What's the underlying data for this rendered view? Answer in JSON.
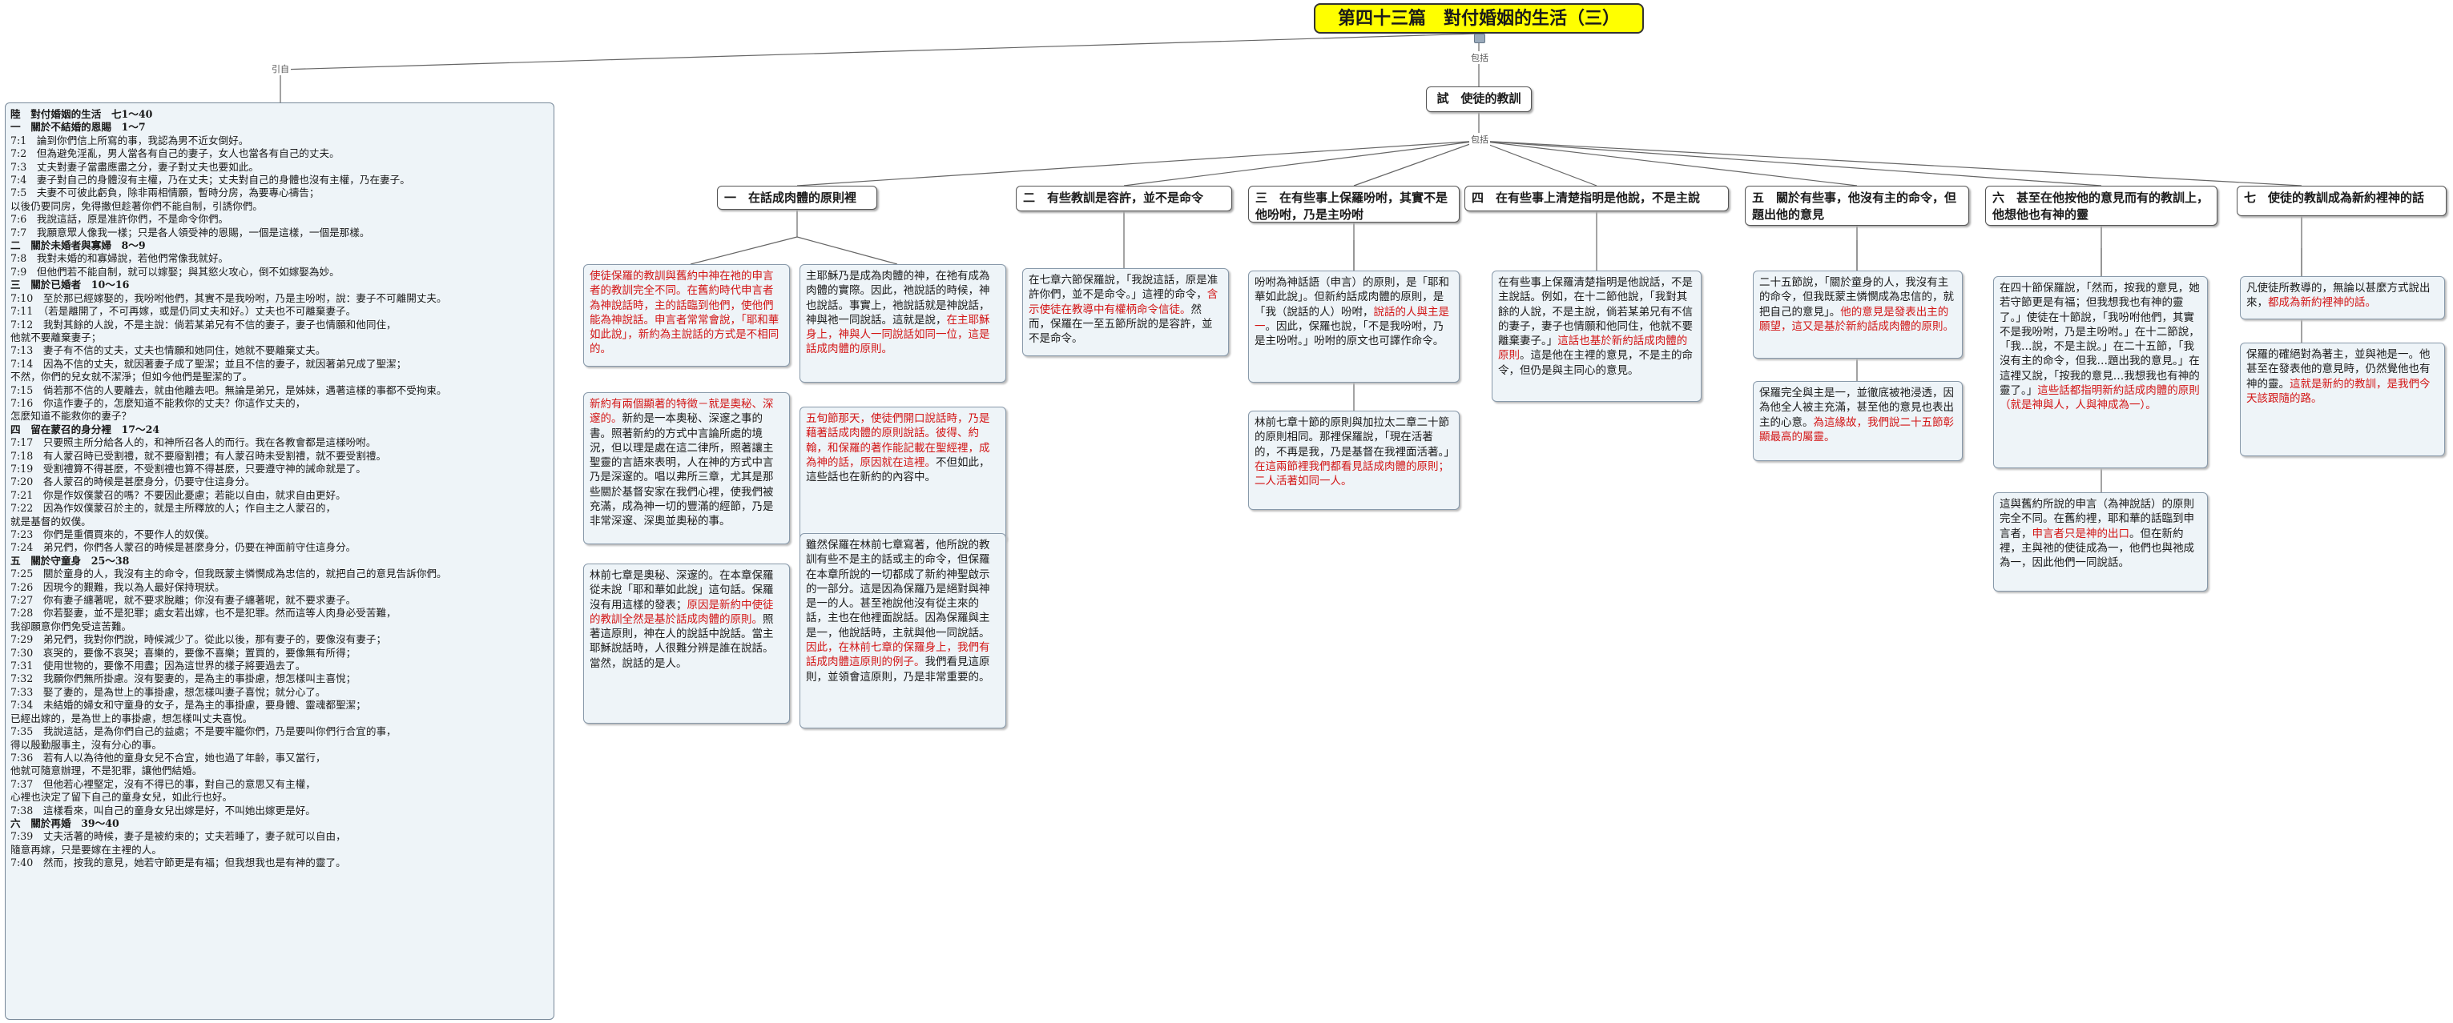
{
  "title": "第四十三篇　對付婚姻的生活（三）",
  "edges": {
    "yinci": "引自",
    "baohan": "包括",
    "baohan2": "包括",
    "bei": "包括"
  },
  "outline": [
    {
      "t": "陸　對付婚姻的生活　七1～40",
      "h": true
    },
    {
      "t": "一　關於不結婚的恩賜　1～7",
      "h": true
    },
    {
      "t": "7:1　論到你們信上所寫的事，我認為男不近女倒好。"
    },
    {
      "t": "7:2　但為避免淫亂，男人當各有自己的妻子，女人也當各有自己的丈夫。"
    },
    {
      "t": "7:3　丈夫對妻子當盡應盡之分，妻子對丈夫也要如此。"
    },
    {
      "t": "7:4　妻子對自己的身體沒有主權，乃在丈夫；丈夫對自己的身體也沒有主權，乃在妻子。"
    },
    {
      "t": "7:5　夫妻不可彼此虧負，除非兩相情願，暫時分房，為要專心禱告；"
    },
    {
      "t": "以後仍要同房，免得撒但趁著你們不能自制，引誘你們。"
    },
    {
      "t": "7:6　我說這話，原是准許你們，不是命令你們。"
    },
    {
      "t": "7:7　我願意眾人像我一樣；只是各人領受神的恩賜，一個是這樣，一個是那樣。"
    },
    {
      "t": "二　關於未婚者與寡婦　8～9",
      "h": true
    },
    {
      "t": "7:8　我對未婚的和寡婦說，若他們常像我就好。"
    },
    {
      "t": "7:9　但他們若不能自制，就可以嫁娶；與其慾火攻心，倒不如嫁娶為妙。"
    },
    {
      "t": "三　關於已婚者　10～16",
      "h": true
    },
    {
      "t": "7:10　至於那已經嫁娶的，我吩咐他們，其實不是我吩咐，乃是主吩咐，說：妻子不可離開丈夫。"
    },
    {
      "t": "7:11　（若是離開了，不可再嫁，或是仍同丈夫和好。）丈夫也不可離棄妻子。"
    },
    {
      "t": "7:12　我對其餘的人說，不是主說：倘若某弟兄有不信的妻子，妻子也情願和他同住，"
    },
    {
      "t": "他就不要離棄妻子；"
    },
    {
      "t": "7:13　妻子有不信的丈夫，丈夫也情願和她同住，她就不要離棄丈夫。"
    },
    {
      "t": "7:14　因為不信的丈夫，就因著妻子成了聖潔；並且不信的妻子，就因著弟兄成了聖潔；"
    },
    {
      "t": "不然，你們的兒女就不潔淨；但如今他們是聖潔的了。"
    },
    {
      "t": "7:15　倘若那不信的人要離去，就由他離去吧。無論是弟兄，是姊妹，遇著這樣的事都不受拘束。"
    },
    {
      "t": "7:16　你這作妻子的，怎麼知道不能救你的丈夫？你這作丈夫的，"
    },
    {
      "t": "怎麼知道不能救你的妻子？"
    },
    {
      "t": "四　留在蒙召的身分裡　17～24",
      "h": true
    },
    {
      "t": "7:17　只要照主所分給各人的，和神所召各人的而行。我在各教會都是這樣吩咐。"
    },
    {
      "t": "7:18　有人蒙召時已受割禮，就不要廢割禮；有人蒙召時未受割禮，就不要受割禮。"
    },
    {
      "t": "7:19　受割禮算不得甚麼，不受割禮也算不得甚麼，只要遵守神的誡命就是了。"
    },
    {
      "t": "7:20　各人蒙召的時候是甚麼身分，仍要守住這身分。"
    },
    {
      "t": "7:21　你是作奴僕蒙召的嗎？不要因此憂慮；若能以自由，就求自由更好。"
    },
    {
      "t": "7:22　因為作奴僕蒙召於主的，就是主所釋放的人；作自主之人蒙召的，"
    },
    {
      "t": "就是基督的奴僕。"
    },
    {
      "t": "7:23　你們是重價買來的，不要作人的奴僕。"
    },
    {
      "t": "7:24　弟兄們，你們各人蒙召的時候是甚麼身分，仍要在神面前守住這身分。"
    },
    {
      "t": "五　關於守童身　25～38",
      "h": true
    },
    {
      "t": "7:25　關於童身的人，我沒有主的命令，但我既蒙主憐憫成為忠信的，就把自己的意見告訴你們。"
    },
    {
      "t": "7:26　因現今的艱難，我以為人最好保持現狀。"
    },
    {
      "t": "7:27　你有妻子纏著呢，就不要求脫離；你沒有妻子纏著呢，就不要求妻子。"
    },
    {
      "t": "7:28　你若娶妻，並不是犯罪；處女若出嫁，也不是犯罪。然而這等人肉身必受苦難，"
    },
    {
      "t": "我卻願意你們免受這苦難。"
    },
    {
      "t": "7:29　弟兄們，我對你們說，時候減少了。從此以後，那有妻子的，要像沒有妻子；"
    },
    {
      "t": "7:30　哀哭的，要像不哀哭；喜樂的，要像不喜樂；置買的，要像無有所得；"
    },
    {
      "t": "7:31　使用世物的，要像不用盡；因為這世界的樣子將要過去了。"
    },
    {
      "t": "7:32　我願你們無所掛慮。沒有娶妻的，是為主的事掛慮，想怎樣叫主喜悅；"
    },
    {
      "t": "7:33　娶了妻的，是為世上的事掛慮，想怎樣叫妻子喜悅；就分心了。"
    },
    {
      "t": "7:34　未結婚的婦女和守童身的女子，是為主的事掛慮，要身體、靈魂都聖潔；"
    },
    {
      "t": "已經出嫁的，是為世上的事掛慮，想怎樣叫丈夫喜悅。"
    },
    {
      "t": "7:35　我說這話，是為你們自己的益處；不是要牢籠你們，乃是要叫你們行合宜的事，"
    },
    {
      "t": "得以殷勤服事主，沒有分心的事。"
    },
    {
      "t": "7:36　若有人以為待他的童身女兒不合宜，她也過了年齡，事又當行，"
    },
    {
      "t": "他就可隨意辦理，不是犯罪，讓他們結婚。"
    },
    {
      "t": "7:37　但他若心裡堅定，沒有不得已的事，對自己的意思又有主權，"
    },
    {
      "t": "心裡也決定了留下自己的童身女兒，如此行也好。"
    },
    {
      "t": "7:38　這樣看來，叫自己的童身女兒出嫁是好，不叫她出嫁更是好。"
    },
    {
      "t": "六　關於再婚　39～40",
      "h": true
    },
    {
      "t": "7:39　丈夫活著的時候，妻子是被約束的；丈夫若睡了，妻子就可以自由，"
    },
    {
      "t": "隨意再嫁，只是要嫁在主裡的人。"
    },
    {
      "t": "7:40　然而，按我的意見，她若守節更是有福；但我想我也是有神的靈了。"
    }
  ],
  "mid_node": "試　使徒的教訓",
  "categories": [
    {
      "label": "一　在話成肉體的原則裡"
    },
    {
      "label": "二　有些教訓是容許，並不是命令"
    },
    {
      "label": "三　在有些事上保羅吩咐，其實不是他吩咐，乃是主吩咐"
    },
    {
      "label": "四　在有些事上清楚指明是他說，不是主說"
    },
    {
      "label": "五　關於有些事，他沒有主的命令，但題出他的意見"
    },
    {
      "label": "六　甚至在他按他的意見而有的教訓上，他想他也有神的靈"
    },
    {
      "label": "七　使徒的教訓成為新約裡神的話"
    }
  ],
  "notes": {
    "c1a": [
      {
        "t": "使徒保羅的教訓與舊約中神在祂的申言者的教訓完全不同。在舊約時代申言者為神說話時，主的話臨到他們，使他們能為神說話。申言者常常會說，「耶和華如此說」，新約為主說話的方式是不相同的。",
        "red": true
      }
    ],
    "c1b": [
      {
        "t": "新約有兩個顯著的特徵－就是奧秘、深邃的。",
        "red": true
      },
      {
        "t": "新約是一本奧秘、深邃之事的書。照著新約的方式中言論所處的境況，但以理是處在這二律所，照著讓主聖靈的言語來表明，人在神的方式中言乃是深邃的。唱以弗所三章，尤其是那些關於基督安家在我們心裡，使我們被充滿，成為神一切的豐滿的經節，乃是非常深邃、深奧並奧秘的事。"
      }
    ],
    "c1c": [
      {
        "t": "林前七章是奧秘、深邃的。在本章保羅從未說「耶和華如此說」這句話。保羅沒有用這樣的發表；"
      },
      {
        "t": "原因是新約中使徒的教訓全然是基於話成肉體的原則。",
        "red": true
      },
      {
        "t": "照著這原則，神在人的說話中說話。當主耶穌說話時，人很難分辨是誰在說話。當然，說話的是人。"
      }
    ],
    "c1d": [
      {
        "t": "主耶穌乃是成為肉體的神，在祂有成為肉體的實際。因此，祂說話的時候，神也說話。事實上，祂說話就是神說話，神與祂一同說話。這就是說，"
      },
      {
        "t": "在主耶穌身上，神與人一同說話如同一位，這是話成肉體的原則。",
        "red": true
      }
    ],
    "c1e": [
      {
        "t": "五旬節那天，使徒們開口說話時，乃是藉著話成肉體的原則說話。彼得、約翰，和保羅的著作能記載在聖經裡，成為神的話，原因就在這裡。",
        "red": true
      },
      {
        "t": "不但如此，這些話也在新約的內容中。"
      }
    ],
    "c1f": [
      {
        "t": "雖然保羅在林前七章寫著，他所說的教訓有些不是主的話或主的命令，但保羅在本章所說的一切都成了新約神聖啟示的一部分。這是因為保羅乃是絕對與神是一的人。甚至祂說他沒有從主來的話，主也在他裡面說話。因為保羅與主是一，他說話時，主就與他一同說話。"
      },
      {
        "t": "因此，在林前七章的保羅身上，我們有話成肉體這原則的例子。",
        "red": true
      },
      {
        "t": "我們看見這原則，並領會這原則，乃是非常重要的。"
      }
    ],
    "c2a": [
      {
        "t": "在七章六節保羅說，「我說這話，原是准許你們，並不是命令。」這裡的命令，"
      },
      {
        "t": "含示使徒在教導中有權柄命令信徒。",
        "red": true
      },
      {
        "t": "然而，保羅在一至五節所說的是容許，並不是命令。"
      }
    ],
    "c3a": [
      {
        "t": "吩咐為神話語（申言）的原則，是「耶和華如此說」。但新約話成肉體的原則，是「我（說話的人）吩咐，"
      },
      {
        "t": "說話的人與主是一",
        "red": true
      },
      {
        "t": "。因此，保羅也說，「不是我吩咐，乃是主吩咐。」吩咐的原文也可譯作命令。"
      }
    ],
    "c3b": [
      {
        "t": "林前七章十節的原則與加拉太二章二十節的原則相同。那裡保羅說，「現在活著的，不再是我，乃是基督在我裡面活著。」"
      },
      {
        "t": "在這兩節裡我們都看見話成肉體的原則；二人活著如同一人。",
        "red": true
      }
    ],
    "c4a": [
      {
        "t": "在有些事上保羅清楚指明是他說話，不是主說話。例如，在十二節他說，「我對其餘的人說，不是主說，倘若某弟兄有不信的妻子，妻子也情願和他同住，他就不要離棄妻子。」"
      },
      {
        "t": "這話也基於新約話成肉體的原則",
        "red": true
      },
      {
        "t": "。這是他在主裡的意見，不是主的命令，但仍是與主同心的意見。"
      }
    ],
    "c5a": [
      {
        "t": "二十五節說，「關於童身的人，我沒有主的命令，但我既蒙主憐憫成為忠信的，就把自己的意見」。"
      },
      {
        "t": "他的意見是發表出主的願望，這又是基於新約話成肉體的原則。",
        "red": true
      }
    ],
    "c5b": [
      {
        "t": "保羅完全與主是一，並徹底被祂浸透，因為他全人被主充滿，甚至他的意見也表出主的心意。"
      },
      {
        "t": "為這緣故，我們說二十五節彰顯最高的屬靈。",
        "red": true
      }
    ],
    "c6a": [
      {
        "t": "在四十節保羅說，「然而，按我的意見，她若守節更是有福；但我想我也有神的靈了。」使徒在十節說，「我吩咐他們，其實不是我吩咐，乃是主吩咐。」在十二節說，「我…說，不是主說。」在二十五節，「我沒有主的命令，但我…題出我的意見。」在這裡又說，「按我的意見…我想我也有神的靈了。」"
      },
      {
        "t": "這些話都指明新約話成肉體的原則（就是神與人，人與神成為一）。",
        "red": true
      }
    ],
    "c6b": [
      {
        "t": "這與舊約所說的申言（為神說話）的原則完全不同。在舊約裡，耶和華的話臨到申言者，"
      },
      {
        "t": "申言者只是神的出口",
        "red": true
      },
      {
        "t": "。但在新約裡，主與祂的使徒成為一，他們也與祂成為一，因此他們一同說話。"
      }
    ],
    "c7a": [
      {
        "t": "凡使徒所教導的，無論以甚麼方式說出來，"
      },
      {
        "t": "都成為新約裡神的話。",
        "red": true
      }
    ],
    "c7b": [
      {
        "t": "保羅的確絕對為著主，並與祂是一。他甚至在發表他的意見時，仍然覺他也有神的靈。"
      },
      {
        "t": "這就是新約的教訓，是我們今天該跟隨的路。",
        "red": true
      }
    ]
  }
}
